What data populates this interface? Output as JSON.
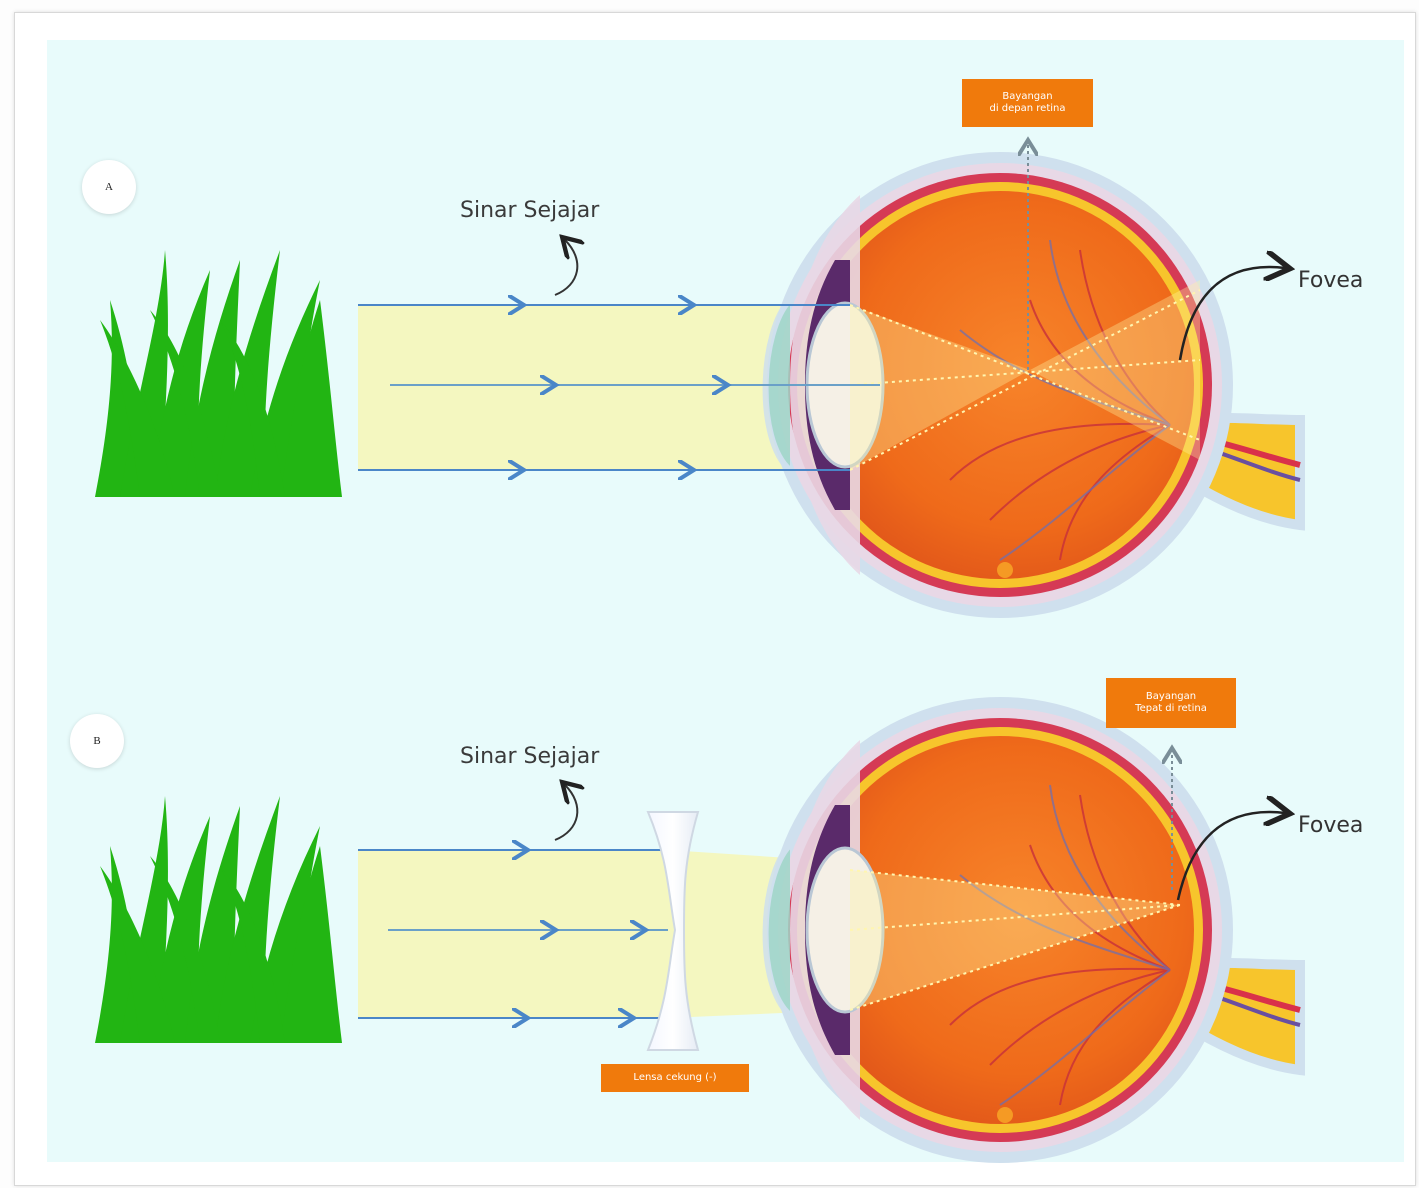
{
  "panel_a": {
    "badge": "A",
    "ray_label": "Sinar Sejajar",
    "image_tag_line1": "Bayangan",
    "image_tag_line2": "di depan retina",
    "fovea_label": "Fovea"
  },
  "panel_b": {
    "badge": "B",
    "ray_label": "Sinar Sejajar",
    "image_tag_line1": "Bayangan",
    "image_tag_line2": "Tepat di retina",
    "fovea_label": "Fovea",
    "lens_tag": "Lensa cekung (-)"
  },
  "colors": {
    "background": "#e8fbfb",
    "grass": "#22b513",
    "ray": "#4a86c8",
    "beam": "#f4f7c0",
    "eye_inner": "#f06a1c",
    "sclera_yellow": "#f7c52c",
    "tag": "#f07a0c"
  }
}
